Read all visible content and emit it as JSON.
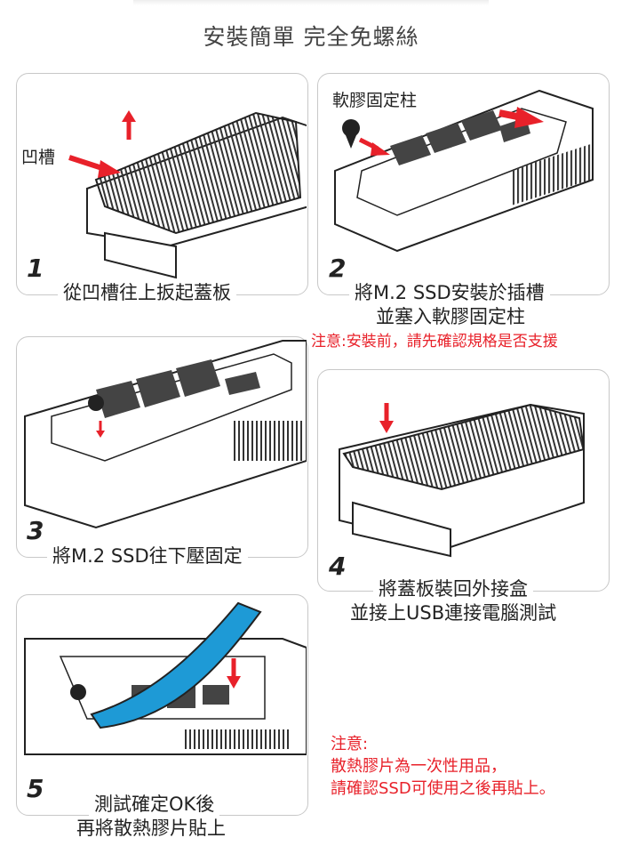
{
  "title": "安裝簡單  完全免螺絲",
  "steps": [
    {
      "num": "1",
      "caption": [
        "從凹槽往上扳起蓋板"
      ],
      "callout": "凹槽"
    },
    {
      "num": "2",
      "caption": [
        "將M.2 SSD安裝於插槽",
        "並塞入軟膠固定柱"
      ],
      "callout": "軟膠固定柱",
      "note": "注意:安裝前，請先確認規格是否支援"
    },
    {
      "num": "3",
      "caption": [
        "將M.2 SSD往下壓固定"
      ]
    },
    {
      "num": "4",
      "caption": [
        "將蓋板裝回外接盒",
        "並接上USB連接電腦測試"
      ]
    },
    {
      "num": "5",
      "caption": [
        "測試確定OK後",
        "再將散熱膠片貼上"
      ]
    }
  ],
  "note": {
    "heading": "注意:",
    "lines": [
      "散熱膠片為一次性用品，",
      "請確認SSD可使用之後再貼上。"
    ]
  },
  "colors": {
    "accent": "#e8212a",
    "tape": "#1e9ad6"
  }
}
